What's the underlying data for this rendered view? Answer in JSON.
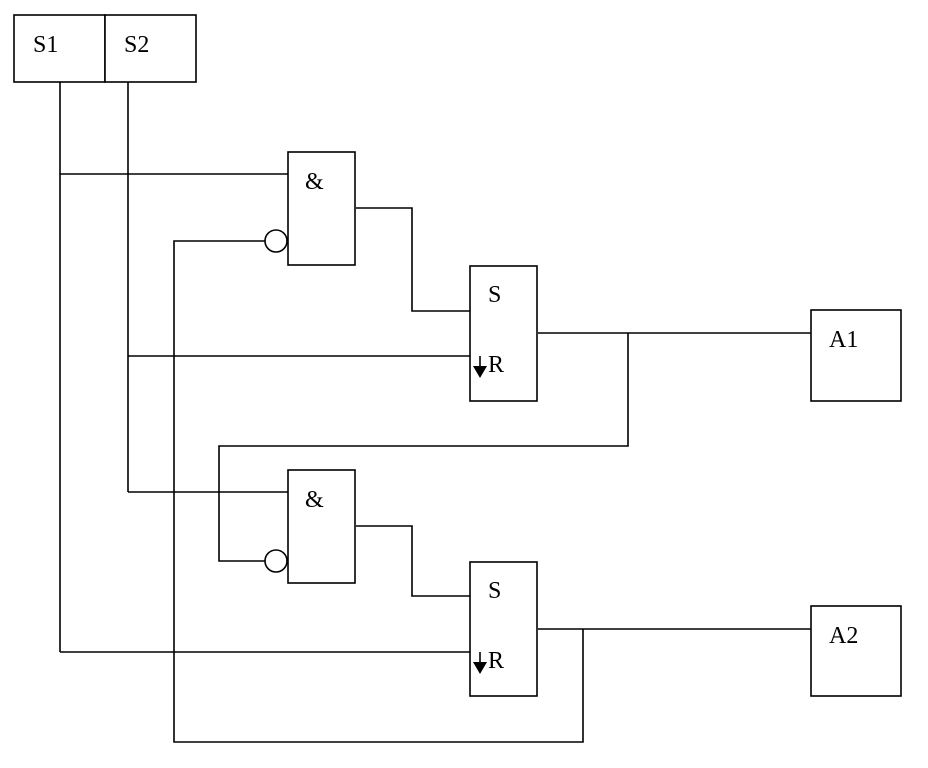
{
  "inputs": {
    "s1": "S1",
    "s2": "S2"
  },
  "gates": {
    "and1": "&",
    "and2": "&"
  },
  "flipflops": {
    "ff1": {
      "set": "S",
      "reset": "R"
    },
    "ff2": {
      "set": "S",
      "reset": "R"
    }
  },
  "outputs": {
    "a1": "A1",
    "a2": "A2"
  }
}
